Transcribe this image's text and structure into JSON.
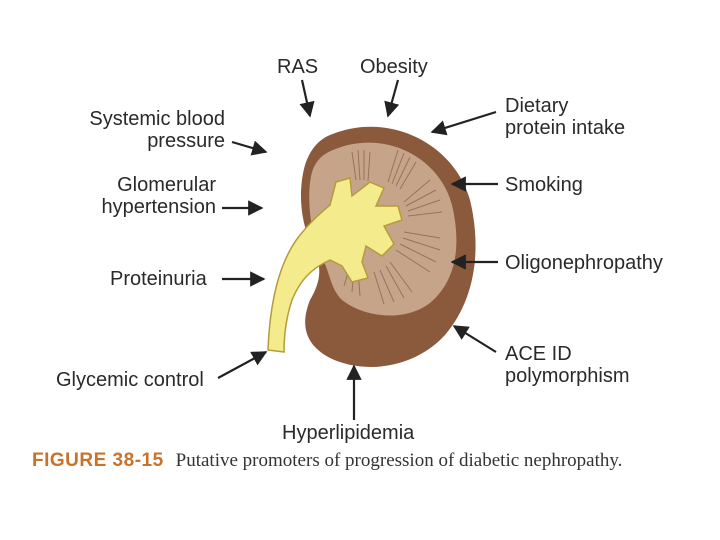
{
  "labels": {
    "ras": "RAS",
    "obesity": "Obesity",
    "systemic_line1": "Systemic blood",
    "systemic_line2": "pressure",
    "dietary_line1": "Dietary",
    "dietary_line2": "protein intake",
    "glomerular_line1": "Glomerular",
    "glomerular_line2": "hypertension",
    "smoking": "Smoking",
    "proteinuria": "Proteinuria",
    "oligonephropathy": "Oligonephropathy",
    "glycemic": "Glycemic control",
    "ace_line1": "ACE ID",
    "ace_line2": "polymorphism",
    "hyperlipidemia": "Hyperlipidemia"
  },
  "caption": {
    "number": "FIGURE 38-15",
    "text": "Putative promoters of progression of diabetic nephropathy."
  },
  "colors": {
    "cortex": "#8b5a3c",
    "medulla": "#c6a48a",
    "pelvis": "#f4eb8c",
    "pelvis_outline": "#b59c3a",
    "caption_accent": "#c9722b",
    "arrow": "#222222"
  }
}
